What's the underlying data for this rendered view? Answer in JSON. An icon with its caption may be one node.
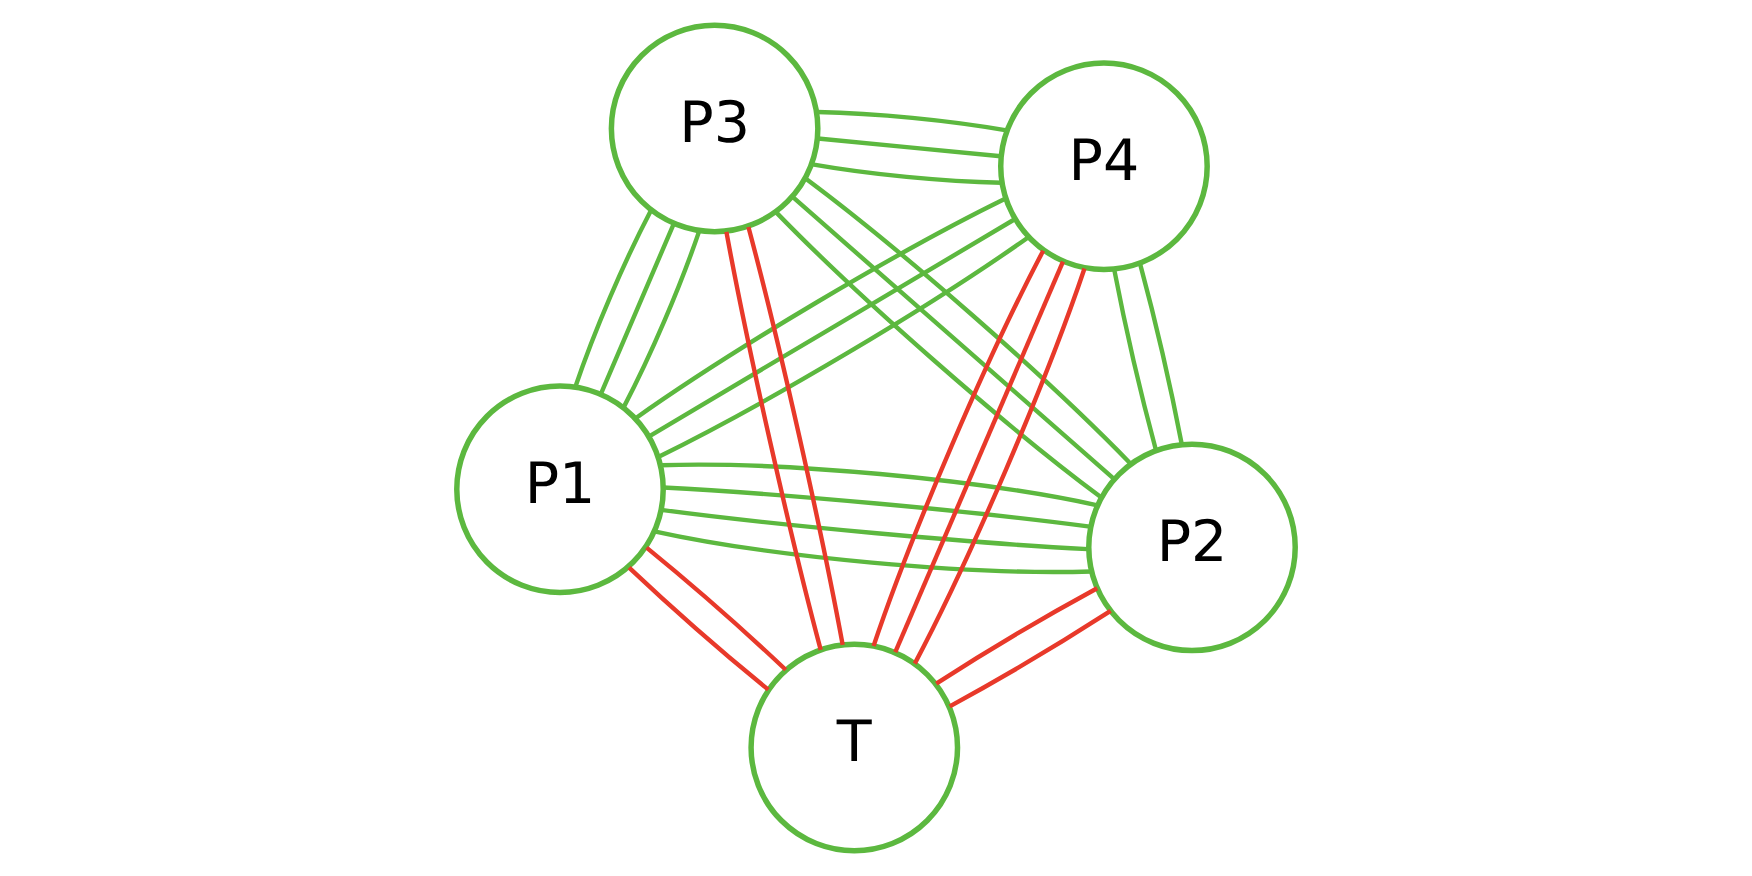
{
  "diagram": {
    "nodes": [
      {
        "text": [
          "P1"
        ]
      },
      {
        "text": [
          "P2"
        ]
      },
      {
        "text": [
          "T"
        ]
      },
      {
        "text": [
          "P3"
        ]
      },
      {
        "text": [
          "P4"
        ]
      }
    ],
    "edges": [
      {
        "from": 0,
        "to": 1,
        "arrow": "none"
      },
      {
        "from": 0,
        "to": 1,
        "arrow": "none"
      },
      {
        "from": 0,
        "to": 1,
        "arrow": "none"
      },
      {
        "from": 0,
        "to": 1,
        "arrow": "none"
      },
      {
        "from": 0,
        "to": 3,
        "arrow": "none"
      },
      {
        "from": 0,
        "to": 3,
        "arrow": "none"
      },
      {
        "from": 0,
        "to": 3,
        "arrow": "none"
      },
      {
        "from": 0,
        "to": 4,
        "arrow": "none"
      },
      {
        "from": 0,
        "to": 4,
        "arrow": "none"
      },
      {
        "from": 0,
        "to": 4,
        "arrow": "none"
      },
      {
        "from": 1,
        "to": 3,
        "arrow": "none"
      },
      {
        "from": 1,
        "to": 3,
        "arrow": "none"
      },
      {
        "from": 1,
        "to": 3,
        "arrow": "none"
      },
      {
        "from": 1,
        "to": 4,
        "arrow": "none"
      },
      {
        "from": 1,
        "to": 4,
        "arrow": "none"
      },
      {
        "from": 3,
        "to": 4,
        "arrow": "none"
      },
      {
        "from": 3,
        "to": 4,
        "arrow": "none"
      },
      {
        "from": 3,
        "to": 4,
        "arrow": "none"
      },
      {
        "from": 2,
        "to": 0,
        "arrow": "none",
        "color": "#e8392a"
      },
      {
        "from": 2,
        "to": 0,
        "arrow": "none",
        "color": "#e8392a"
      },
      {
        "from": 2,
        "to": 1,
        "arrow": "none",
        "color": "#e8392a"
      },
      {
        "from": 2,
        "to": 1,
        "arrow": "none",
        "color": "#e8392a"
      },
      {
        "from": 2,
        "to": 4,
        "arrow": "none",
        "color": "#e8392a"
      },
      {
        "from": 2,
        "to": 4,
        "arrow": "none",
        "color": "#e8392a"
      },
      {
        "from": 2,
        "to": 4,
        "arrow": "none",
        "color": "#e8392a"
      },
      {
        "from": 2,
        "to": 3,
        "arrow": "none",
        "color": "#e8392a"
      },
      {
        "from": 2,
        "to": 3,
        "arrow": "none",
        "color": "#e8392a"
      }
    ]
  }
}
